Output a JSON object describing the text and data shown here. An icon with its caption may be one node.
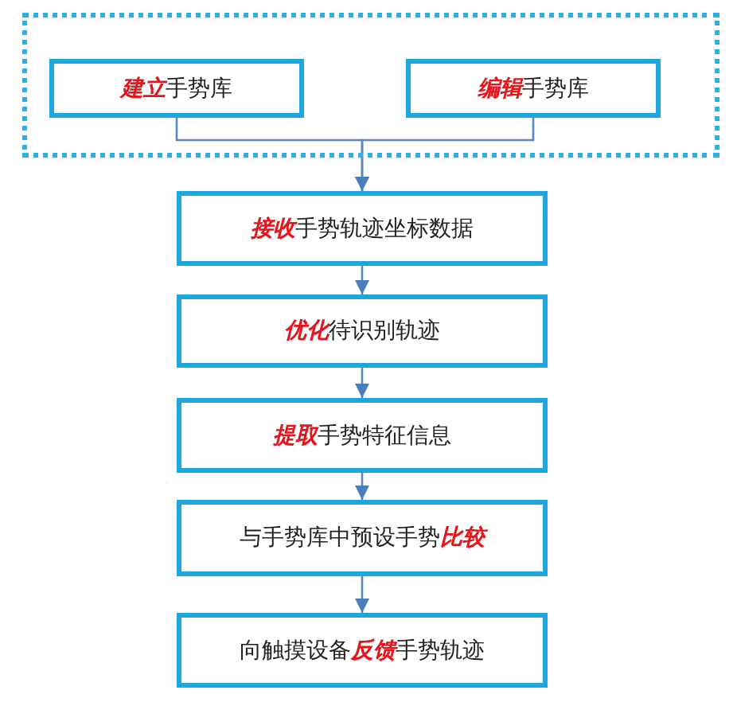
{
  "diagram": {
    "nodes": [
      {
        "text": [],
        "shape": "box"
      },
      {
        "text": [
          "**建立**手势库"
        ],
        "in": 0
      },
      {
        "text": [
          "**编辑**手势库"
        ],
        "in": 0
      },
      {
        "text": [
          "**接收**手势轨迹坐标数据"
        ]
      },
      {
        "text": [
          "**优化**待识别轨迹"
        ]
      },
      {
        "text": [
          "**提取**手势特征信息"
        ]
      },
      {
        "text": [
          "与手势库中预设手势**比较**"
        ]
      },
      {
        "text": [
          "向触摸设备**反馈**手势轨迹"
        ]
      }
    ],
    "edges": [
      {
        "from": 1,
        "to": 3,
        "arrow": "to"
      },
      {
        "from": 2,
        "to": 3,
        "arrow": "to"
      },
      {
        "from": 3,
        "to": 4,
        "arrow": "to"
      },
      {
        "from": 4,
        "to": 5,
        "arrow": "to"
      },
      {
        "from": 5,
        "to": 6,
        "arrow": "to"
      },
      {
        "from": 6,
        "to": 7,
        "arrow": "to"
      }
    ]
  }
}
